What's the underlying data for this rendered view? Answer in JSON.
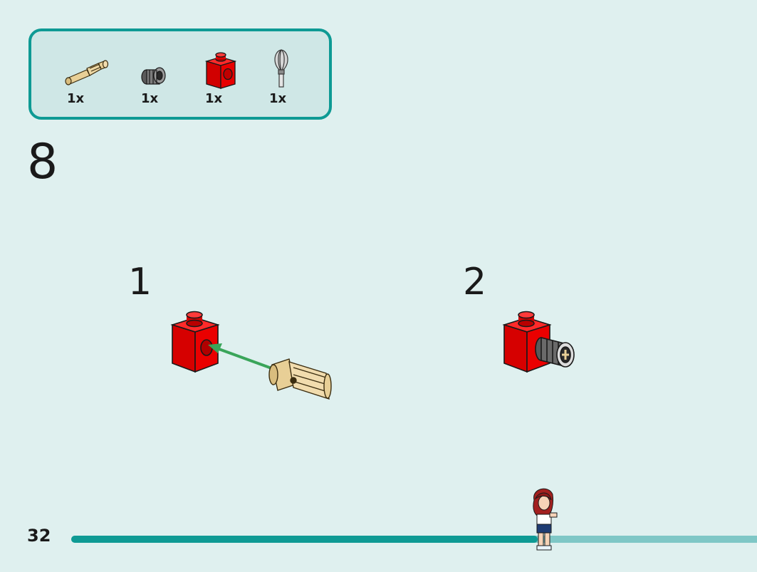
{
  "parts": [
    {
      "name": "tan-axle-pin",
      "qty": "1x"
    },
    {
      "name": "black-bush",
      "qty": "1x"
    },
    {
      "name": "red-technic-brick",
      "qty": "1x"
    },
    {
      "name": "whisk",
      "qty": "1x"
    }
  ],
  "step": {
    "number": "8"
  },
  "substeps": [
    {
      "number": "1"
    },
    {
      "number": "2"
    }
  ],
  "footer": {
    "page_number": "32",
    "progress": 0.68
  },
  "colors": {
    "accent": "#0e9a94",
    "brick_red": "#e00000",
    "arrow_green": "#3aa55a",
    "tan": "#e8cf96"
  }
}
